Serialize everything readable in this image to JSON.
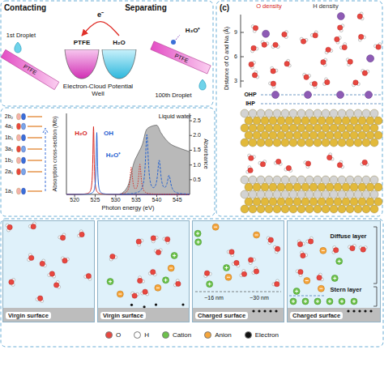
{
  "diagram": {
    "nodes": [
      {
        "text": [
          "PTFE"
        ]
      },
      {
        "text": [
          "H₂O"
        ]
      },
      {
        "text": [
          "Virgin surface"
        ]
      },
      {
        "text": [
          "Virgin surface"
        ]
      },
      {
        "text": [
          "Charged surface"
        ]
      },
      {
        "text": [
          "Charged surface"
        ]
      }
    ],
    "edges": [
      {
        "from": 1,
        "to": 0,
        "arrow": "to",
        "label": "e⁻"
      }
    ],
    "labels": [
      "Contacting",
      "Separating",
      "1st Droplet",
      "PTFE",
      "Electron-Cloud Potential Well",
      "H₃O⁺",
      "PTFE",
      "100th Droplet",
      "2b₂",
      "4a₁",
      "1b₁",
      "3a₁",
      "1b₂",
      "2a₁",
      "1a₁",
      "520",
      "525",
      "530",
      "535",
      "540",
      "545",
      "Photon energy (eV)",
      "Absorption cross-section (Mb)",
      "Absorbance",
      "2.5",
      "2.0",
      "1.5",
      "1.0",
      "0.5",
      "H₂O",
      "OH",
      "H₂O⁺",
      "Liquid water",
      "(c)",
      "O density",
      "H density",
      "Distance of O and Na (Å)",
      "OHP",
      "IHP",
      "9",
      "6",
      "3",
      "~16 nm",
      "~30 nm",
      "Diffuse layer",
      "Stern layer"
    ],
    "legend": [
      {
        "text": "O",
        "color": "#e8473f"
      },
      {
        "text": "H",
        "color": "#ffffff"
      },
      {
        "text": "Cation",
        "color": "#6cc24a"
      },
      {
        "text": "Anion",
        "color": "#f5a53a"
      },
      {
        "text": "Electron",
        "color": "#111111"
      }
    ]
  }
}
